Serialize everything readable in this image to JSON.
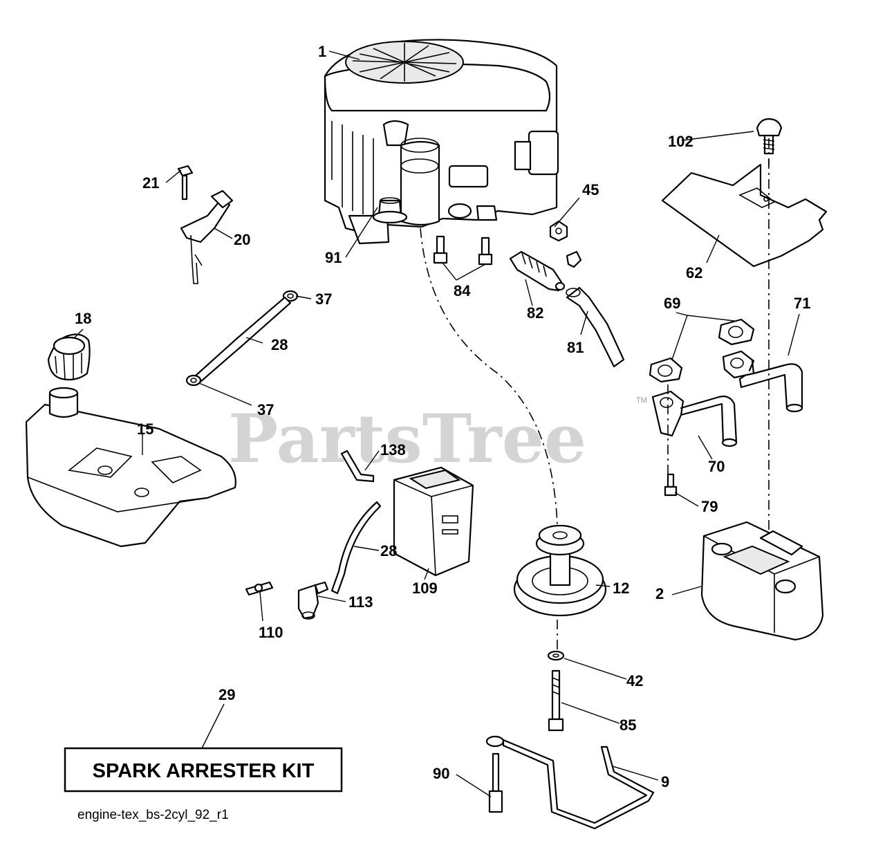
{
  "diagram": {
    "watermark": "PartsTree",
    "watermark_mark": "TM",
    "kit_label": "SPARK ARRESTER KIT",
    "file_name": "engine-tex_bs-2cyl_92_r1",
    "callouts": [
      "1",
      "2",
      "9",
      "12",
      "15",
      "18",
      "20",
      "21",
      "28",
      "28",
      "29",
      "37",
      "37",
      "42",
      "45",
      "62",
      "69",
      "70",
      "71",
      "79",
      "81",
      "82",
      "84",
      "85",
      "90",
      "91",
      "102",
      "109",
      "110",
      "113",
      "138"
    ]
  }
}
